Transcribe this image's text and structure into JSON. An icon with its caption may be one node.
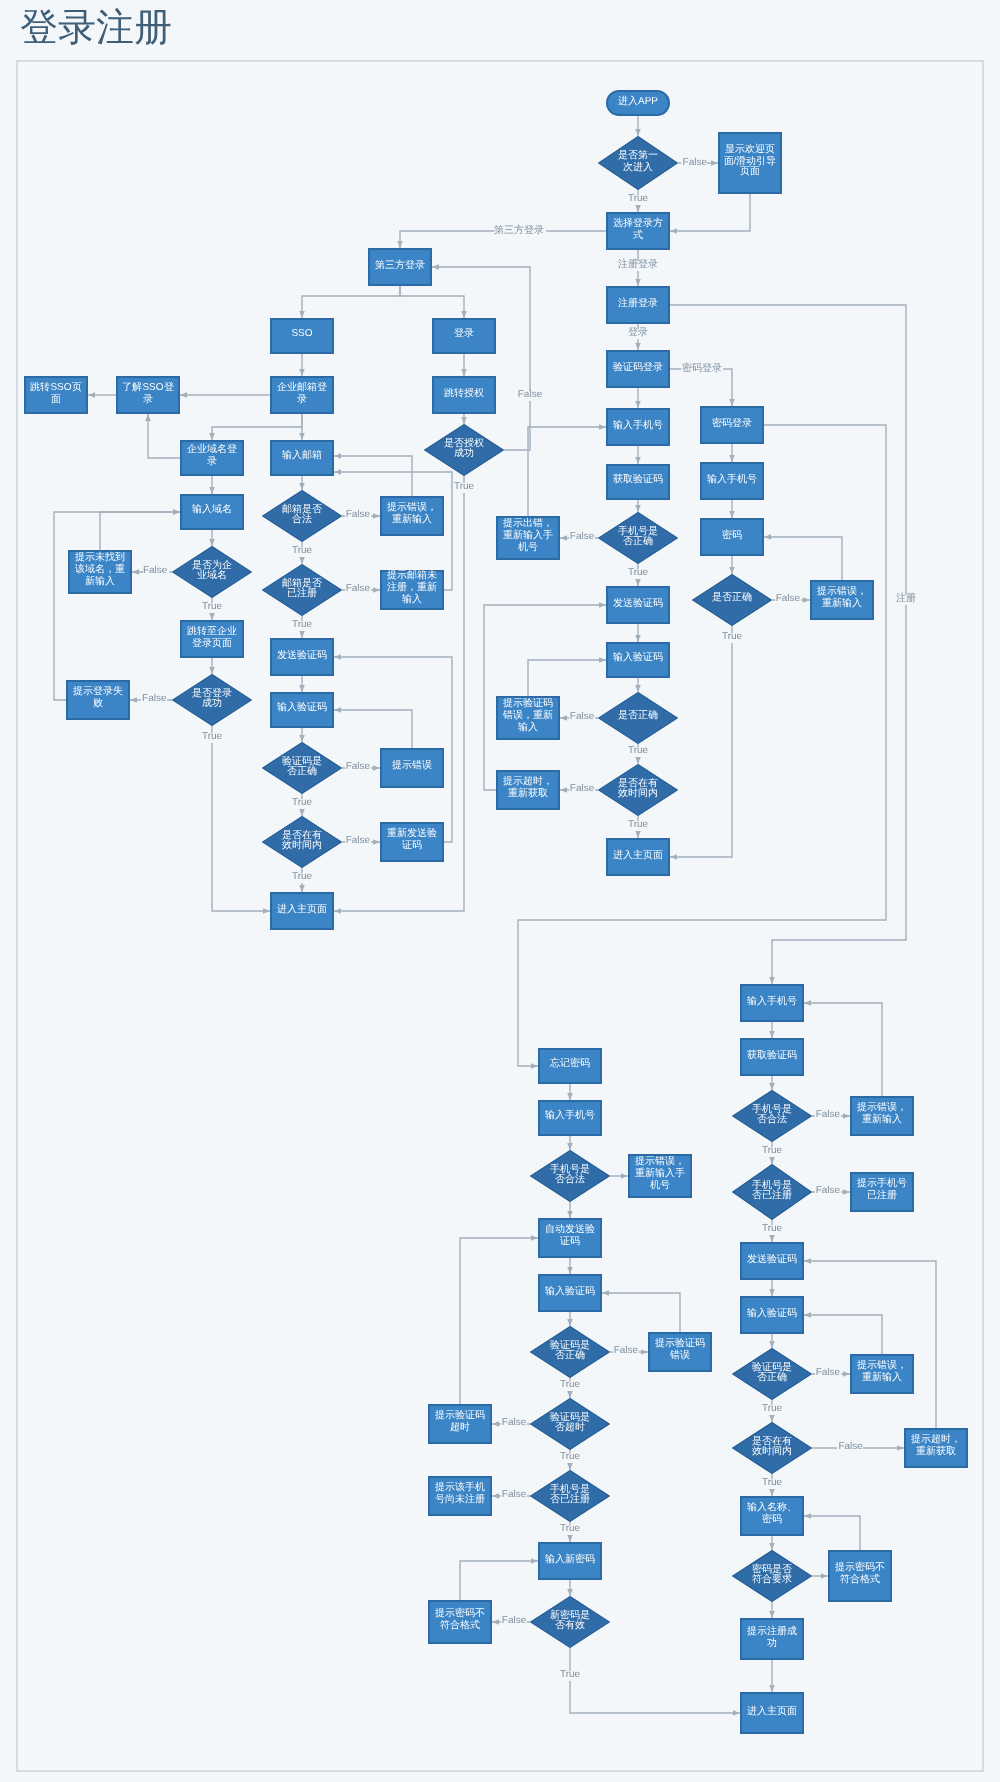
{
  "diagram": {
    "title": "登录注册",
    "nodes": [
      {
        "text": [
          "进入APP"
        ]
      },
      {
        "text": [
          "是否第一次进入"
        ]
      },
      {
        "text": [
          "显示欢迎页面/滑动引导页面"
        ]
      },
      {
        "text": [
          "选择登录方式"
        ]
      },
      {
        "text": [
          "第三方登录"
        ]
      },
      {
        "text": [
          "注册登录"
        ]
      },
      {
        "text": [
          "SSO"
        ]
      },
      {
        "text": [
          "登录"
        ]
      },
      {
        "text": [
          "企业邮箱登录"
        ]
      },
      {
        "text": [
          "了解SSO登录"
        ]
      },
      {
        "text": [
          "跳转SSO页面"
        ]
      },
      {
        "text": [
          "跳转授权"
        ]
      },
      {
        "text": [
          "是否授权成功"
        ]
      },
      {
        "text": [
          "企业域名登录"
        ]
      },
      {
        "text": [
          "输入邮箱"
        ]
      },
      {
        "text": [
          "输入域名"
        ]
      },
      {
        "text": [
          "邮箱是否合法"
        ]
      },
      {
        "text": [
          "提示错误，重新输入"
        ]
      },
      {
        "text": [
          "是否为企业域名"
        ]
      },
      {
        "text": [
          "提示未找到该域名，重新输入"
        ]
      },
      {
        "text": [
          "邮箱是否已注册"
        ]
      },
      {
        "text": [
          "提示邮箱未注册，重新输入"
        ]
      },
      {
        "text": [
          "跳转至企业登录页面"
        ]
      },
      {
        "text": [
          "发送验证码"
        ]
      },
      {
        "text": [
          "是否登录成功"
        ]
      },
      {
        "text": [
          "提示登录失败"
        ]
      },
      {
        "text": [
          "输入验证码"
        ]
      },
      {
        "text": [
          "验证码是否正确"
        ]
      },
      {
        "text": [
          "提示错误"
        ]
      },
      {
        "text": [
          "是否在有效时间内"
        ]
      },
      {
        "text": [
          "重新发送验证码"
        ]
      },
      {
        "text": [
          "进入主页面"
        ]
      },
      {
        "text": [
          "验证码登录"
        ]
      },
      {
        "text": [
          "密码登录"
        ]
      },
      {
        "text": [
          "输入手机号"
        ]
      },
      {
        "text": [
          "获取验证码"
        ]
      },
      {
        "text": [
          "输入手机号"
        ]
      },
      {
        "text": [
          "手机号是否正确"
        ]
      },
      {
        "text": [
          "提示出错，重新输入手机号"
        ]
      },
      {
        "text": [
          "密码"
        ]
      },
      {
        "text": [
          "是否正确"
        ]
      },
      {
        "text": [
          "提示错误，重新输入"
        ]
      },
      {
        "text": [
          "发送验证码"
        ]
      },
      {
        "text": [
          "输入验证码"
        ]
      },
      {
        "text": [
          "是否正确"
        ]
      },
      {
        "text": [
          "提示验证码错误，重新输入"
        ]
      },
      {
        "text": [
          "是否在有效时间内"
        ]
      },
      {
        "text": [
          "提示超时，重新获取"
        ]
      },
      {
        "text": [
          "进入主页面"
        ]
      },
      {
        "text": [
          "忘记密码"
        ]
      },
      {
        "text": [
          "输入手机号"
        ]
      },
      {
        "text": [
          "手机号是否合法"
        ]
      },
      {
        "text": [
          "提示错误，重新输入手机号"
        ]
      },
      {
        "text": [
          "自动发送验证码"
        ]
      },
      {
        "text": [
          "输入验证码"
        ]
      },
      {
        "text": [
          "验证码是否正确"
        ]
      },
      {
        "text": [
          "提示验证码错误"
        ]
      },
      {
        "text": [
          "验证码是否超时"
        ]
      },
      {
        "text": [
          "提示验证码超时"
        ]
      },
      {
        "text": [
          "手机号是否已注册"
        ]
      },
      {
        "text": [
          "提示该手机号尚未注册"
        ]
      },
      {
        "text": [
          "输入新密码"
        ]
      },
      {
        "text": [
          "新密码是否有效"
        ]
      },
      {
        "text": [
          "提示密码不符合格式"
        ]
      },
      {
        "text": [
          "输入手机号"
        ]
      },
      {
        "text": [
          "获取验证码"
        ]
      },
      {
        "text": [
          "手机号是否合法"
        ]
      },
      {
        "text": [
          "提示错误，重新输入"
        ]
      },
      {
        "text": [
          "手机号是否已注册"
        ]
      },
      {
        "text": [
          "提示手机号已注册"
        ]
      },
      {
        "text": [
          "发送验证码"
        ]
      },
      {
        "text": [
          "输入验证码"
        ]
      },
      {
        "text": [
          "验证码是否正确"
        ]
      },
      {
        "text": [
          "提示错误，重新输入"
        ]
      },
      {
        "text": [
          "是否在有效时间内"
        ]
      },
      {
        "text": [
          "提示超时，重新获取"
        ]
      },
      {
        "text": [
          "输入名称、密码"
        ]
      },
      {
        "text": [
          "密码是否符合要求"
        ]
      },
      {
        "text": [
          "提示密码不符合格式"
        ]
      },
      {
        "text": [
          "提示注册成功"
        ]
      },
      {
        "text": [
          "进入主页面"
        ]
      }
    ],
    "edges": [
      {
        "from": 0,
        "to": 1,
        "arrow": "to"
      },
      {
        "from": 1,
        "to": 2,
        "arrow": "to",
        "label": "False"
      },
      {
        "from": 1,
        "to": 3,
        "arrow": "to",
        "label": "True"
      },
      {
        "from": 2,
        "to": 3,
        "arrow": "to"
      },
      {
        "from": 3,
        "to": 4,
        "arrow": "to",
        "label": "第三方登录"
      },
      {
        "from": 3,
        "to": 5,
        "arrow": "to",
        "label": "注册登录"
      },
      {
        "from": 4,
        "to": 6,
        "arrow": "to"
      },
      {
        "from": 4,
        "to": 7,
        "arrow": "to"
      },
      {
        "from": 6,
        "to": 8,
        "arrow": "to"
      },
      {
        "from": 7,
        "to": 11,
        "arrow": "to"
      },
      {
        "from": 8,
        "to": 9,
        "arrow": "to"
      },
      {
        "from": 9,
        "to": 10,
        "arrow": "to"
      },
      {
        "from": 8,
        "to": 13,
        "arrow": "to"
      },
      {
        "from": 8,
        "to": 14,
        "arrow": "to"
      },
      {
        "from": 11,
        "to": 12,
        "arrow": "to"
      },
      {
        "from": 12,
        "to": 4,
        "arrow": "to",
        "label": "False"
      },
      {
        "from": 12,
        "to": 31,
        "arrow": "to",
        "label": "True"
      },
      {
        "from": 13,
        "to": 9,
        "arrow": "to"
      },
      {
        "from": 13,
        "to": 15,
        "arrow": "to"
      },
      {
        "from": 15,
        "to": 18,
        "arrow": "to"
      },
      {
        "from": 18,
        "to": 19,
        "arrow": "to",
        "label": "False"
      },
      {
        "from": 19,
        "to": 15,
        "arrow": "to"
      },
      {
        "from": 18,
        "to": 22,
        "arrow": "to",
        "label": "True"
      },
      {
        "from": 22,
        "to": 24,
        "arrow": "to"
      },
      {
        "from": 24,
        "to": 25,
        "arrow": "to",
        "label": "False"
      },
      {
        "from": 25,
        "to": 15,
        "arrow": "to"
      },
      {
        "from": 24,
        "to": 31,
        "arrow": "to",
        "label": "True"
      },
      {
        "from": 14,
        "to": 16,
        "arrow": "to"
      },
      {
        "from": 16,
        "to": 17,
        "arrow": "to",
        "label": "False"
      },
      {
        "from": 17,
        "to": 14,
        "arrow": "to"
      },
      {
        "from": 16,
        "to": 20,
        "arrow": "to",
        "label": "True"
      },
      {
        "from": 20,
        "to": 21,
        "arrow": "to",
        "label": "False"
      },
      {
        "from": 21,
        "to": 14,
        "arrow": "to"
      },
      {
        "from": 20,
        "to": 23,
        "arrow": "to",
        "label": "True"
      },
      {
        "from": 23,
        "to": 26,
        "arrow": "to"
      },
      {
        "from": 26,
        "to": 27,
        "arrow": "to"
      },
      {
        "from": 27,
        "to": 28,
        "arrow": "to",
        "label": "False"
      },
      {
        "from": 28,
        "to": 26,
        "arrow": "to"
      },
      {
        "from": 27,
        "to": 29,
        "arrow": "to",
        "label": "True"
      },
      {
        "from": 29,
        "to": 30,
        "arrow": "to",
        "label": "False"
      },
      {
        "from": 30,
        "to": 23,
        "arrow": "to"
      },
      {
        "from": 29,
        "to": 31,
        "arrow": "to",
        "label": "True"
      },
      {
        "from": 5,
        "to": 32,
        "arrow": "to",
        "label": "登录"
      },
      {
        "from": 5,
        "to": 64,
        "arrow": "to",
        "label": "注册"
      },
      {
        "from": 32,
        "to": 33,
        "arrow": "to",
        "label": "密码登录"
      },
      {
        "from": 32,
        "to": 34,
        "arrow": "to"
      },
      {
        "from": 34,
        "to": 35,
        "arrow": "to"
      },
      {
        "from": 35,
        "to": 37,
        "arrow": "to"
      },
      {
        "from": 37,
        "to": 38,
        "arrow": "to",
        "label": "False"
      },
      {
        "from": 38,
        "to": 34,
        "arrow": "to"
      },
      {
        "from": 37,
        "to": 42,
        "arrow": "to",
        "label": "True"
      },
      {
        "from": 42,
        "to": 43,
        "arrow": "to"
      },
      {
        "from": 43,
        "to": 44,
        "arrow": "to"
      },
      {
        "from": 44,
        "to": 45,
        "arrow": "to",
        "label": "False"
      },
      {
        "from": 45,
        "to": 43,
        "arrow": "to"
      },
      {
        "from": 44,
        "to": 46,
        "arrow": "to",
        "label": "True"
      },
      {
        "from": 46,
        "to": 47,
        "arrow": "to",
        "label": "False"
      },
      {
        "from": 47,
        "to": 42,
        "arrow": "to"
      },
      {
        "from": 46,
        "to": 48,
        "arrow": "to",
        "label": "True"
      },
      {
        "from": 33,
        "to": 36,
        "arrow": "to"
      },
      {
        "from": 36,
        "to": 39,
        "arrow": "to"
      },
      {
        "from": 39,
        "to": 40,
        "arrow": "to"
      },
      {
        "from": 40,
        "to": 41,
        "arrow": "to",
        "label": "False"
      },
      {
        "from": 41,
        "to": 39,
        "arrow": "to"
      },
      {
        "from": 40,
        "to": 48,
        "arrow": "to",
        "label": "True"
      },
      {
        "from": 33,
        "to": 49,
        "arrow": "to"
      },
      {
        "from": 49,
        "to": 50,
        "arrow": "to"
      },
      {
        "from": 50,
        "to": 51,
        "arrow": "to"
      },
      {
        "from": 51,
        "to": 52,
        "arrow": "to"
      },
      {
        "from": 51,
        "to": 53,
        "arrow": "to"
      },
      {
        "from": 53,
        "to": 54,
        "arrow": "to"
      },
      {
        "from": 54,
        "to": 55,
        "arrow": "to"
      },
      {
        "from": 55,
        "to": 56,
        "arrow": "to",
        "label": "False"
      },
      {
        "from": 56,
        "to": 54,
        "arrow": "to"
      },
      {
        "from": 55,
        "to": 57,
        "arrow": "to",
        "label": "True"
      },
      {
        "from": 57,
        "to": 58,
        "arrow": "to",
        "label": "False"
      },
      {
        "from": 58,
        "to": 53,
        "arrow": "to"
      },
      {
        "from": 57,
        "to": 59,
        "arrow": "to",
        "label": "True"
      },
      {
        "from": 59,
        "to": 60,
        "arrow": "to",
        "label": "False"
      },
      {
        "from": 59,
        "to": 61,
        "arrow": "to",
        "label": "True"
      },
      {
        "from": 61,
        "to": 62,
        "arrow": "to"
      },
      {
        "from": 62,
        "to": 63,
        "arrow": "to",
        "label": "False"
      },
      {
        "from": 63,
        "to": 61,
        "arrow": "to"
      },
      {
        "from": 62,
        "to": 80,
        "arrow": "to",
        "label": "True"
      },
      {
        "from": 64,
        "to": 65,
        "arrow": "to"
      },
      {
        "from": 65,
        "to": 66,
        "arrow": "to"
      },
      {
        "from": 66,
        "to": 67,
        "arrow": "to",
        "label": "False"
      },
      {
        "from": 67,
        "to": 64,
        "arrow": "to"
      },
      {
        "from": 66,
        "to": 68,
        "arrow": "to",
        "label": "True"
      },
      {
        "from": 68,
        "to": 69,
        "arrow": "to",
        "label": "False"
      },
      {
        "from": 68,
        "to": 70,
        "arrow": "to",
        "label": "True"
      },
      {
        "from": 70,
        "to": 71,
        "arrow": "to"
      },
      {
        "from": 71,
        "to": 72,
        "arrow": "to"
      },
      {
        "from": 72,
        "to": 73,
        "arrow": "to",
        "label": "False"
      },
      {
        "from": 73,
        "to": 71,
        "arrow": "to"
      },
      {
        "from": 72,
        "to": 74,
        "arrow": "to",
        "label": "True"
      },
      {
        "from": 74,
        "to": 75,
        "arrow": "to",
        "label": "False"
      },
      {
        "from": 75,
        "to": 70,
        "arrow": "to"
      },
      {
        "from": 74,
        "to": 76,
        "arrow": "to",
        "label": "True"
      },
      {
        "from": 76,
        "to": 77,
        "arrow": "to"
      },
      {
        "from": 77,
        "to": 78,
        "arrow": "to"
      },
      {
        "from": 78,
        "to": 76,
        "arrow": "to"
      },
      {
        "from": 77,
        "to": 79,
        "arrow": "to"
      },
      {
        "from": 79,
        "to": 80,
        "arrow": "to"
      }
    ]
  }
}
